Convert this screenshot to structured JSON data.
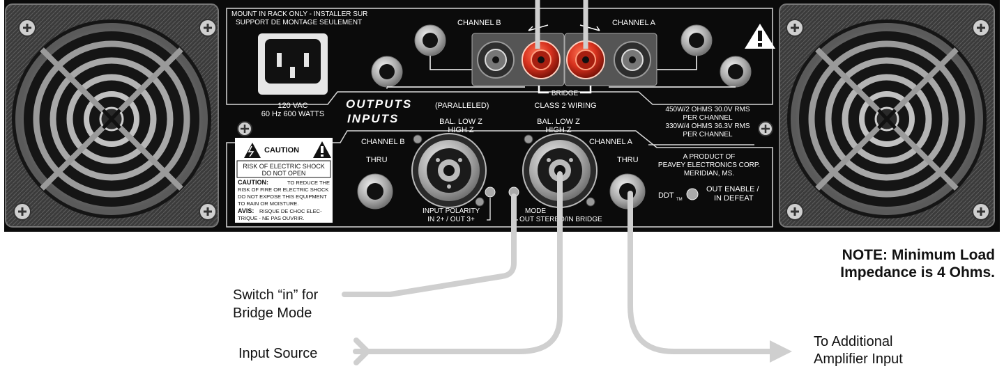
{
  "panel": {
    "mount_line1": "MOUNT IN RACK ONLY - INSTALLER SUR",
    "mount_line2": "SUPPORT DE MONTAGE SEULEMENT",
    "power_line1": "120 VAC",
    "power_line2": "60 Hz 600 WATTS",
    "channel_b": "CHANNEL B",
    "channel_a": "CHANNEL A",
    "bridge": "BRIDGE",
    "class2": "CLASS 2 WIRING",
    "outputs": "OUTPUTS",
    "paralleled": "(PARALLELED)",
    "inputs": "INPUTS",
    "bal_low_z": "BAL. LOW Z",
    "high_z": "HIGH Z",
    "thru": "THRU",
    "input_polarity_1": "INPUT POLARITY",
    "input_polarity_2": "IN 2+ / OUT 3+",
    "mode_1": "MODE",
    "mode_2": "OUT STEREO/IN BRIDGE",
    "spec1": "450W/2 OHMS 30.0V RMS",
    "spec2": "PER CHANNEL",
    "spec3": "330W/4 OHMS 36.3V RMS",
    "spec4": "PER CHANNEL",
    "product1": "A PRODUCT OF",
    "product2": "PEAVEY ELECTRONICS CORP.",
    "product3": "MERIDIAN, MS.",
    "ddt": "DDT",
    "ddt_tm": "TM",
    "out_enable": "OUT ENABLE /",
    "in_defeat": "IN DEFEAT",
    "caution_title": "CAUTION",
    "caution_shock1": "RISK OF ELECTRIC SHOCK",
    "caution_shock2": "DO NOT OPEN",
    "caution_label": "CAUTION:",
    "caution_text1": "TO REDUCE THE",
    "caution_text2": "RISK OF FIRE OR ELECTRIC SHOCK",
    "caution_text3": "DO NOT EXPOSE THIS EQUIPMENT",
    "caution_text4": "TO RAIN OR MOISTURE.",
    "avis_label": "AVIS:",
    "avis_text1": "RISQUE DE CHOC ELEC-",
    "avis_text2": "TRIQUE - NE PAS OUVRIR."
  },
  "callouts": {
    "switch_line1": "Switch “in” for",
    "switch_line2": "Bridge Mode",
    "input_source": "Input Source",
    "additional_line1": "To Additional",
    "additional_line2": "Amplifier Input",
    "note_line1": "NOTE: Minimum Load",
    "note_line2": "Impedance is 4 Ohms."
  },
  "colors": {
    "panel": "#0b0b0b",
    "fan_housing": "#454545",
    "binding_post_red": "#d8321e",
    "cable": "#cfcfcf"
  }
}
